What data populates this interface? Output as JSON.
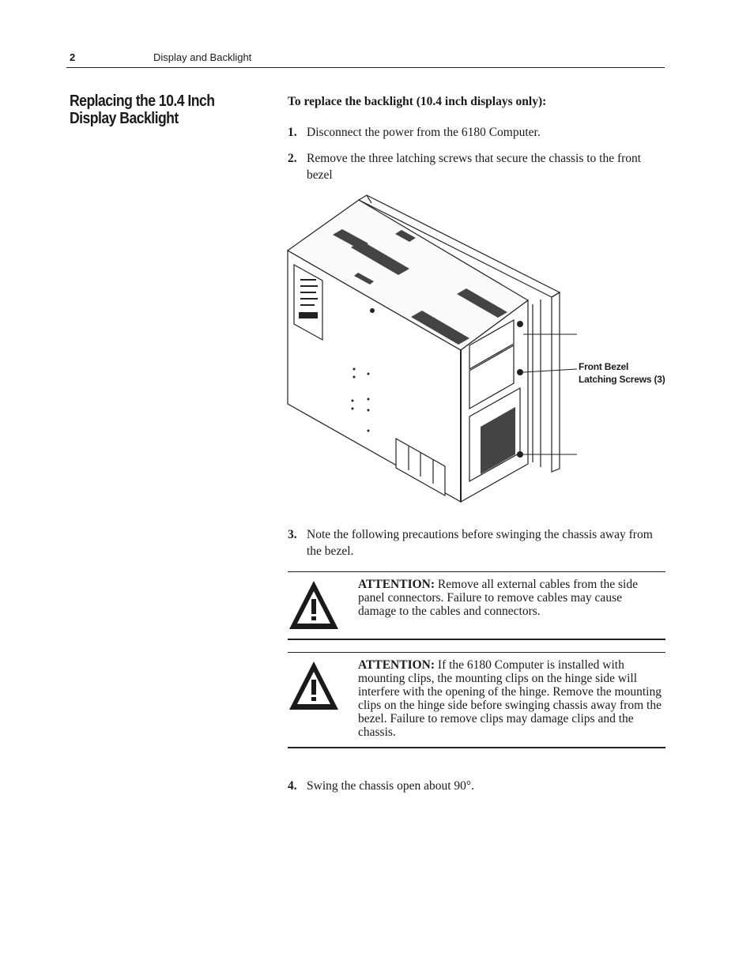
{
  "header": {
    "page_number": "2",
    "chapter_title": "Display and Backlight"
  },
  "section": {
    "title_line1": "Replacing the 10.4 Inch",
    "title_line2": "Display Backlight"
  },
  "procedure": {
    "title": "To replace the backlight (10.4 inch displays only):",
    "steps": [
      {
        "number": "1.",
        "text": "Disconnect the power from the 6180 Computer."
      },
      {
        "number": "2.",
        "text": "Remove the three latching screws that secure the chassis to the front bezel"
      },
      {
        "number": "3.",
        "text": " Note the following precautions before swinging  the chassis away from the bezel."
      },
      {
        "number": "4.",
        "text": "Swing the chassis open about 90°."
      }
    ]
  },
  "figure": {
    "callout_line1": "Front Bezel",
    "callout_line2": "Latching Screws (3)",
    "icon": "computer-chassis-illustration"
  },
  "attentions": [
    {
      "label": "ATTENTION:",
      "text": "  Remove all external cables from the side panel connectors.  Failure to remove cables may cause damage to the cables and connectors.",
      "icon": "warning-triangle-icon"
    },
    {
      "label": "ATTENTION:",
      "text": "   If the 6180 Computer is installed with mounting clips, the mounting clips on the hinge side will interfere with the opening of the hinge.  Remove the mounting clips on the hinge side before swinging chassis away from the bezel.  Failure to remove clips may damage clips and the chassis.",
      "icon": "warning-triangle-icon"
    }
  ]
}
